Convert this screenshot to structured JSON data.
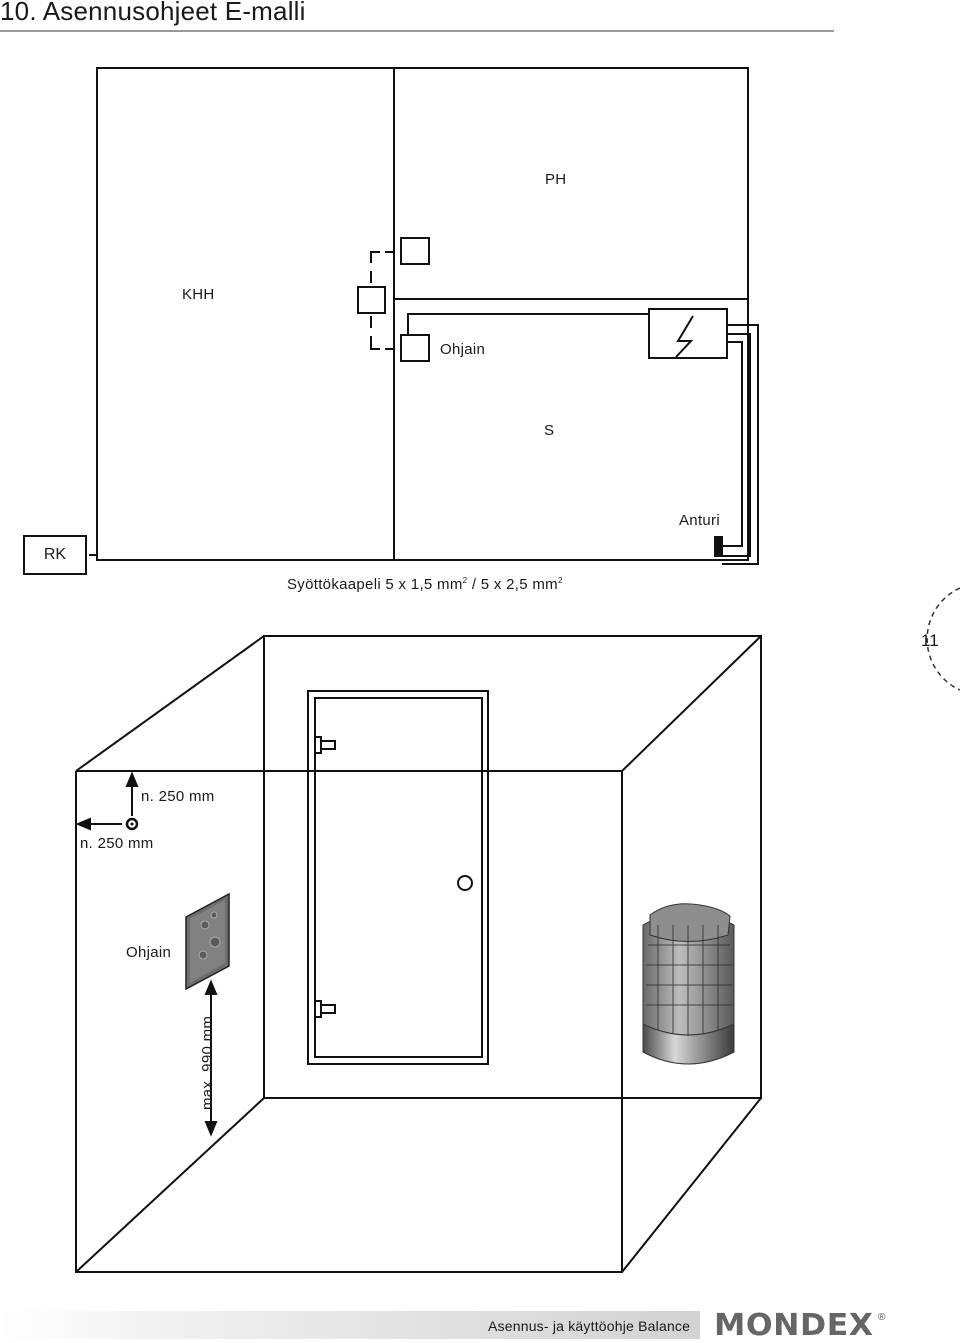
{
  "page": {
    "title": "10. Asennusohjeet E-malli",
    "page_number": "11"
  },
  "wiring_diagram": {
    "labels": {
      "ph": "PH",
      "khh": "KHH",
      "ohjain": "Ohjain",
      "s": "S",
      "anturi": "Anturi",
      "rk": "RK"
    },
    "cable": {
      "part1": "Syöttökaapeli 5 x 1,5 mm",
      "sup1": "2",
      "part2": " / 5 x 2,5 mm",
      "sup2": "2"
    }
  },
  "room_diagram": {
    "distance_top": "n. 250 mm",
    "distance_side": "n. 250 mm",
    "ohjain_label": "Ohjain",
    "height_max": "max. 990 mm"
  },
  "footer": {
    "text": "Asennus- ja käyttöohje Balance",
    "brand": "MONDEX",
    "registered": "®"
  },
  "icons": [
    "heater-symbol-icon",
    "sensor-icon",
    "sauna-heater-icon",
    "control-panel-icon"
  ]
}
